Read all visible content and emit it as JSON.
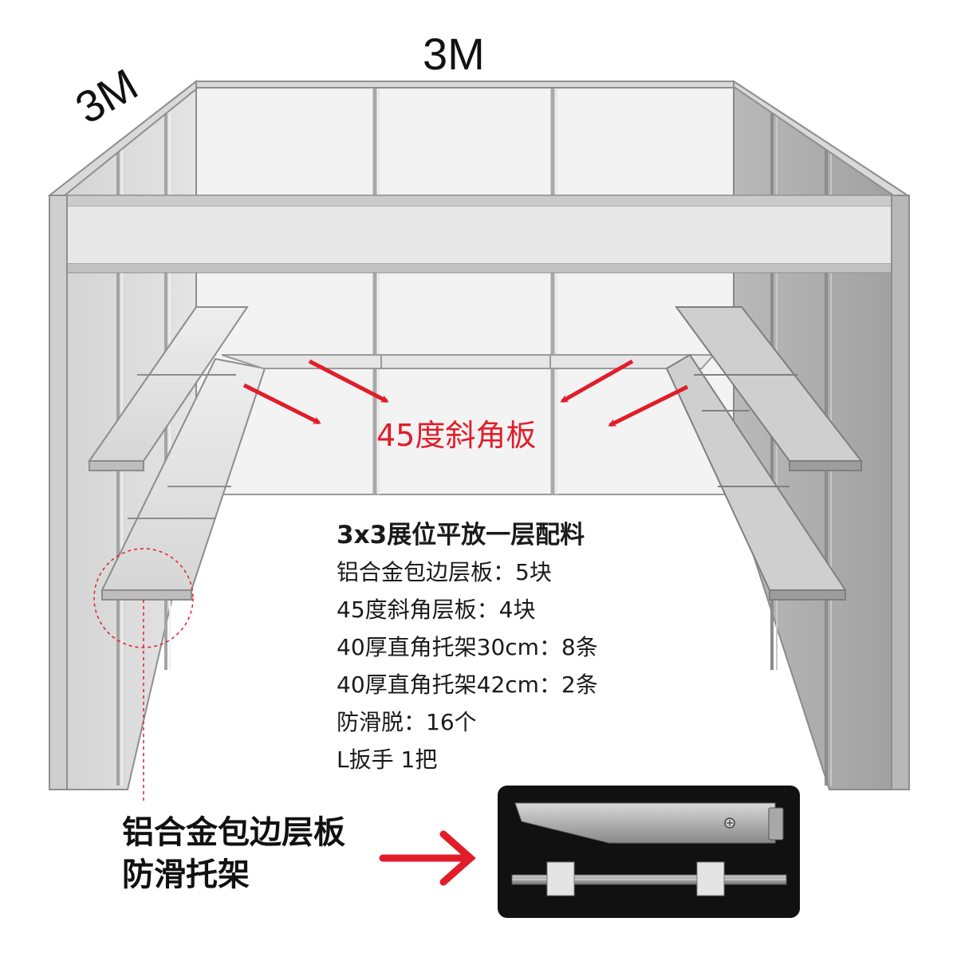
{
  "dimensions": {
    "width_label": "3M",
    "depth_label": "3M"
  },
  "bevel_callout": {
    "label": "45度斜角板",
    "color": "#e11d2a"
  },
  "specs": {
    "title": "3x3展位平放一层配料",
    "items": [
      "铝合金包边层板：5块",
      "45度斜角层板：4块",
      "40厚直角托架30cm：8条",
      "40厚直角托架42cm：2条",
      "防滑脱：16个",
      "L扳手  1把"
    ]
  },
  "callout": {
    "line1": "铝合金包边层板",
    "line2": "防滑托架"
  },
  "colors": {
    "accent_red": "#e11d2a",
    "panel_face": "#ebebeb",
    "panel_side": "#cfcfcf",
    "frame": "#b8b8b8",
    "photo_bg": "#111111"
  },
  "icons": {
    "arrows": "arrow-icon",
    "zoom_circle": "dashed-circle-icon"
  }
}
